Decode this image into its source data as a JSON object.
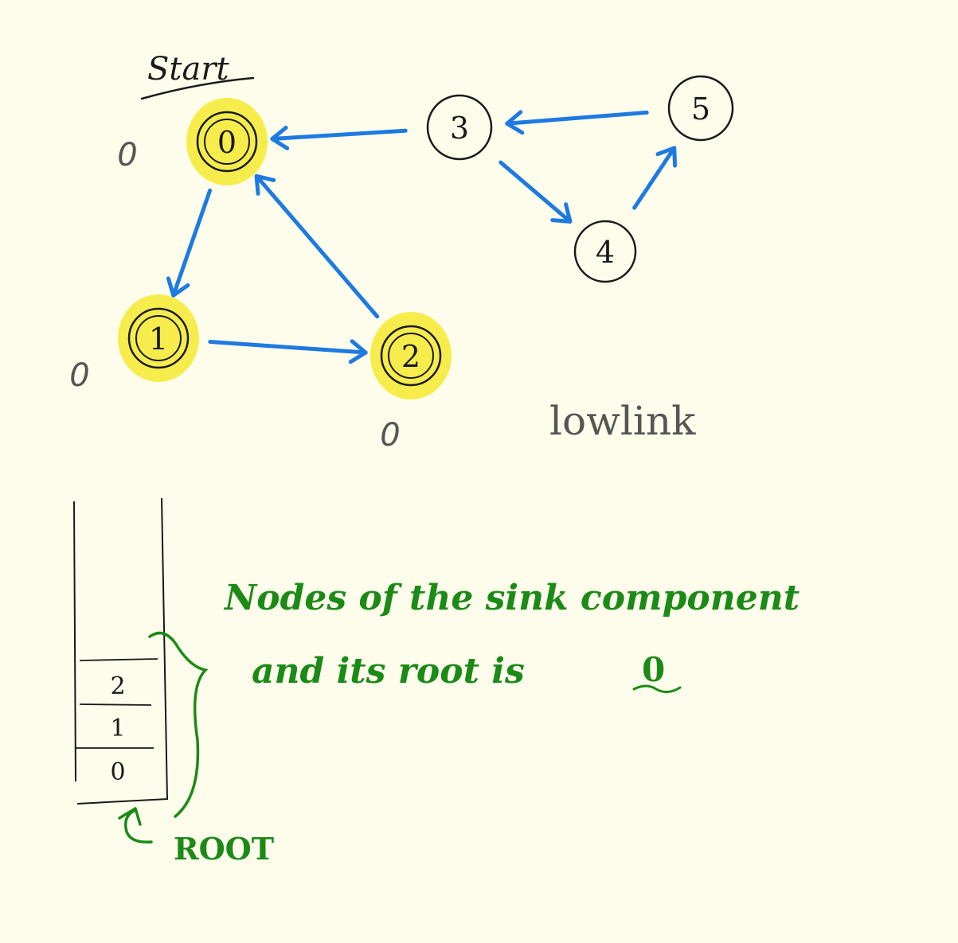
{
  "colors": {
    "background": "#fefdec",
    "ink": "#1a1a1a",
    "edge": "#1e7ae0",
    "highlight": "#f5ec3f",
    "lowlink_text": "#555555",
    "note": "#1b8a16"
  },
  "start_label": "Start",
  "graph": {
    "nodes": [
      {
        "id": "0",
        "label": "0",
        "lowlink": "0",
        "highlighted": true
      },
      {
        "id": "1",
        "label": "1",
        "lowlink": "0",
        "highlighted": true
      },
      {
        "id": "2",
        "label": "2",
        "lowlink": "0",
        "highlighted": true
      },
      {
        "id": "3",
        "label": "3",
        "lowlink": "",
        "highlighted": false
      },
      {
        "id": "4",
        "label": "4",
        "lowlink": "",
        "highlighted": false
      },
      {
        "id": "5",
        "label": "5",
        "lowlink": "",
        "highlighted": false
      }
    ],
    "edges": [
      {
        "from": "0",
        "to": "1"
      },
      {
        "from": "1",
        "to": "2"
      },
      {
        "from": "2",
        "to": "0"
      },
      {
        "from": "3",
        "to": "0"
      },
      {
        "from": "3",
        "to": "4"
      },
      {
        "from": "4",
        "to": "5"
      },
      {
        "from": "5",
        "to": "3"
      }
    ]
  },
  "lowlink_label": "lowlink",
  "stack": {
    "items": [
      "2",
      "1",
      "0"
    ]
  },
  "note": {
    "line1": "Nodes of the sink component",
    "line2_prefix": "and its root is",
    "line2_root": "0"
  },
  "root_label": "ROOT"
}
